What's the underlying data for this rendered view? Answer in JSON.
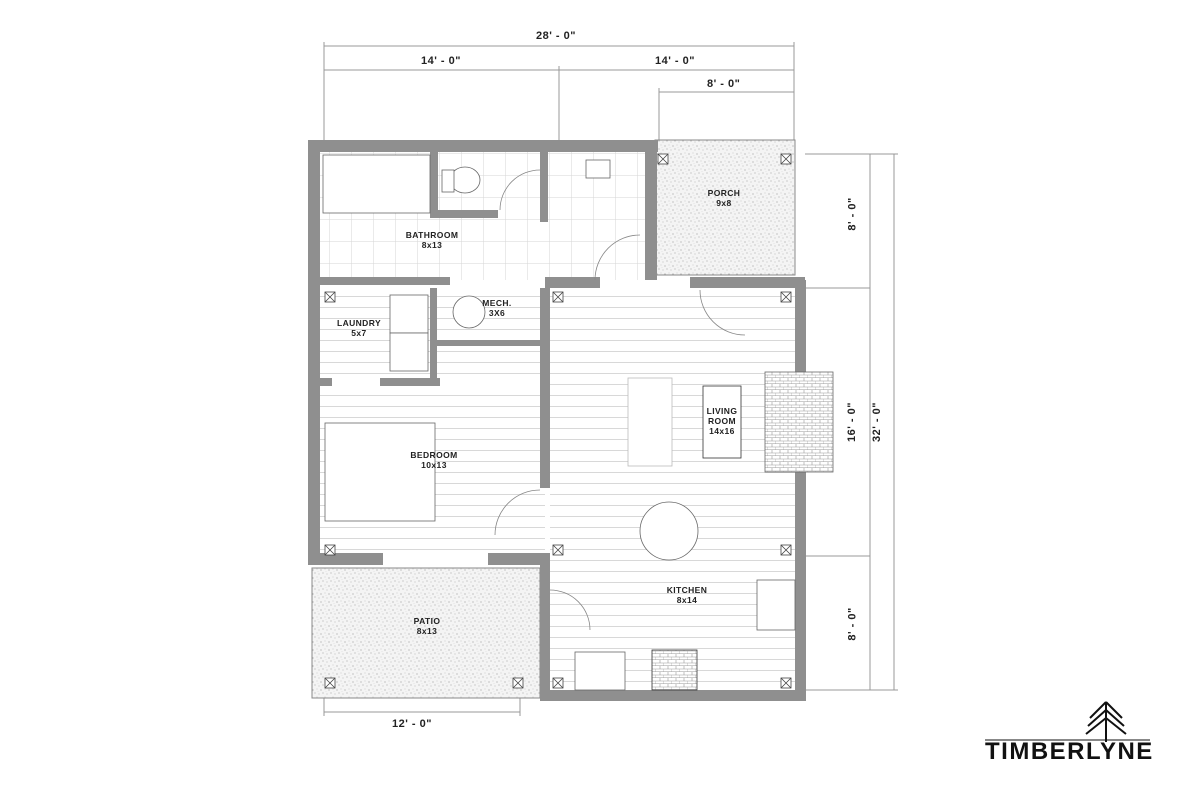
{
  "plan": {
    "dimensions": {
      "top_total": "28' - 0\"",
      "top_left": "14' - 0\"",
      "top_right": "14' - 0\"",
      "top_porch": "8' - 0\"",
      "right_top": "8' - 0\"",
      "right_middle": "16' - 0\"",
      "right_bottom": "8' - 0\"",
      "right_total": "32' - 0\"",
      "bottom_patio": "12' - 0\""
    },
    "rooms": [
      {
        "name": "BATHROOM",
        "size": "8x13"
      },
      {
        "name": "PORCH",
        "size": "9x8"
      },
      {
        "name": "LAUNDRY",
        "size": "5x7"
      },
      {
        "name": "MECH.",
        "size": "3X6"
      },
      {
        "name": "LIVING ROOM",
        "line1": "LIVING",
        "line2": "ROOM",
        "size": "14x16"
      },
      {
        "name": "BEDROOM",
        "size": "10x13"
      },
      {
        "name": "KITCHEN",
        "size": "8x14"
      },
      {
        "name": "PATIO",
        "size": "8x13"
      }
    ]
  },
  "brand": {
    "name": "TIMBERLYNE",
    "icon": "pine-tree-icon"
  },
  "colors": {
    "wall": "#8f8f8f",
    "wall_dark": "#6f6f6f",
    "line": "#999999",
    "text": "#222222"
  }
}
